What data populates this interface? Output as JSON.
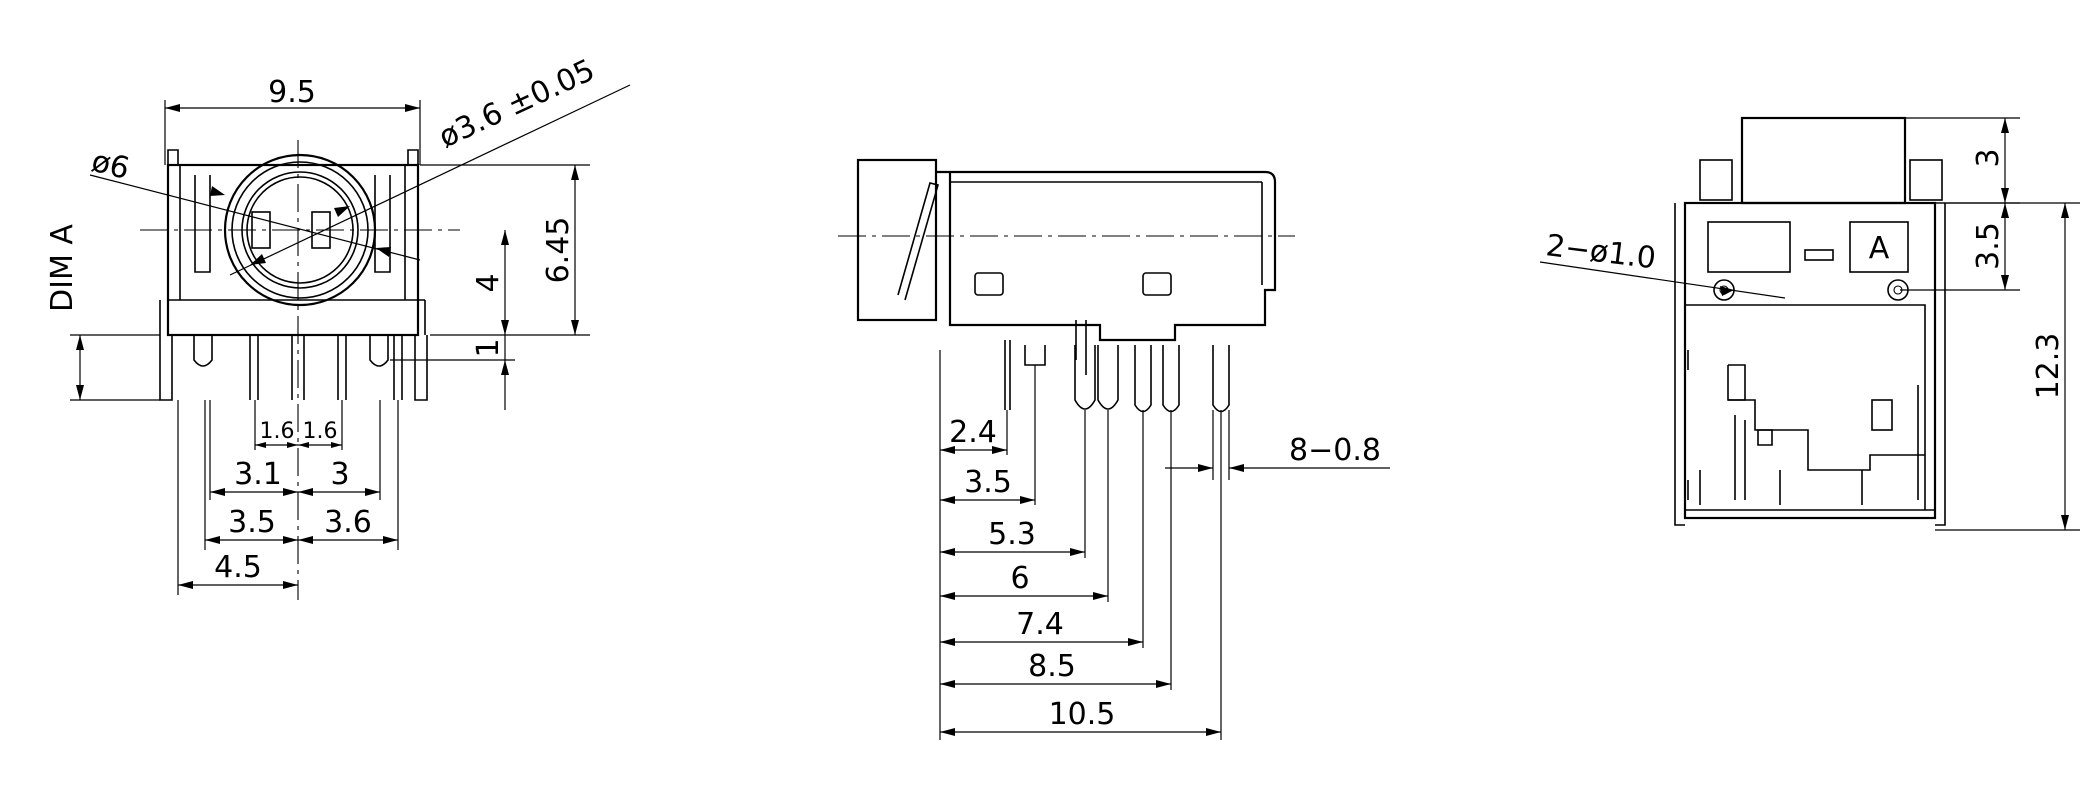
{
  "front_view": {
    "width": "9.5",
    "hole_dia": "ø3.6 ±0.05",
    "outer_dia": "ø6",
    "dim_a": "DIM A",
    "height_total": "6.45",
    "height_center": "4",
    "height_offset": "1",
    "pitch_left": "1.6",
    "pitch_right": "1.6",
    "d_3_1": "3.1",
    "d_3": "3",
    "d_3_5": "3.5",
    "d_3_6": "3.6",
    "d_4_5": "4.5"
  },
  "side_view": {
    "d_2_4": "2.4",
    "d_3_5": "3.5",
    "d_5_3": "5.3",
    "d_6": "6",
    "d_7_4": "7.4",
    "d_8_5": "8.5",
    "d_10_5": "10.5",
    "pin_width": "8−0.8"
  },
  "back_view": {
    "holes": "2−ø1.0",
    "mark": "A",
    "d_3": "3",
    "d_3_5": "3.5",
    "d_12_3": "12.3"
  }
}
